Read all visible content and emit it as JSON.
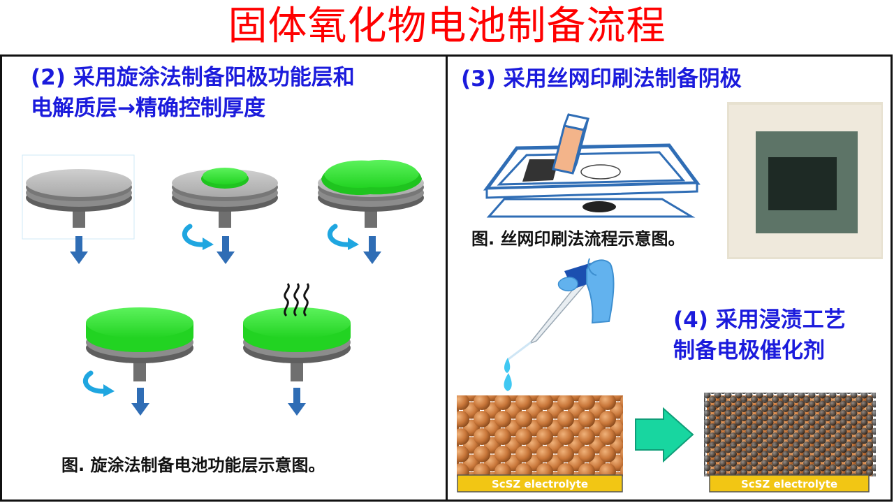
{
  "title": "固体氧化物电池制备流程",
  "left": {
    "heading_line1": "(2) 采用旋涂法制备阳极功能层和",
    "heading_line2": "电解质层→精确控制厚度",
    "caption": "图. 旋涂法制备电池功能层示意图。"
  },
  "right": {
    "heading3": "(3) 采用丝网印刷法制备阴极",
    "caption3": "图. 丝网印刷法流程示意图。",
    "heading4_line1": "(4) 采用浸渍工艺",
    "heading4_line2": "制备电极催化剂",
    "electrolyte_left": "ScSZ electrolyte",
    "electrolyte_right": "ScSZ electrolyte"
  },
  "colors": {
    "title": "#ff0000",
    "heading": "#1b1bdc",
    "coating": "#2ee82e",
    "disc": "#b9b9b9",
    "arrow": "#2f6db5",
    "rotation": "#1fa6e0",
    "particle": "#c9773a",
    "catalyst": "#2a2a2a",
    "electrolyte": "#f2c614",
    "process_arrow": "#18d6a0"
  }
}
